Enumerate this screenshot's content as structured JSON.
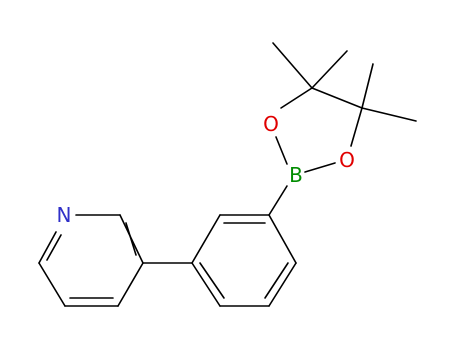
{
  "molecule": {
    "atoms": {
      "nitrogen": {
        "label": "N",
        "color": "#3030c8"
      },
      "oxygen_upper": {
        "label": "O",
        "color": "#e00000"
      },
      "oxygen_lower": {
        "label": "O",
        "color": "#e00000"
      },
      "boron": {
        "label": "B",
        "color": "#008c00"
      }
    },
    "bond_color": "#000000",
    "background": "#ffffff"
  }
}
